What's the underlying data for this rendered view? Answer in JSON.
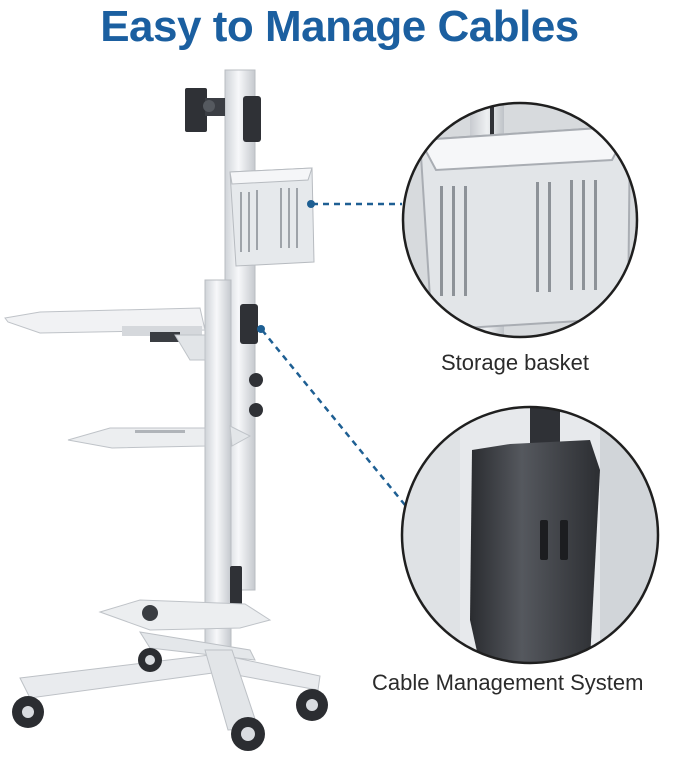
{
  "title": "Easy to Manage Cables",
  "callouts": [
    {
      "label": "Storage basket"
    },
    {
      "label": "Cable Management System"
    }
  ],
  "colors": {
    "title": "#1b5fa0",
    "connector": "#1e5f93",
    "frame": "#e9ebee",
    "clip": "#3a3c40",
    "circle_border": "#1f1f1f"
  },
  "icons": [
    "monitor-mount-icon",
    "caster-wheel-icon",
    "knob-icon"
  ]
}
